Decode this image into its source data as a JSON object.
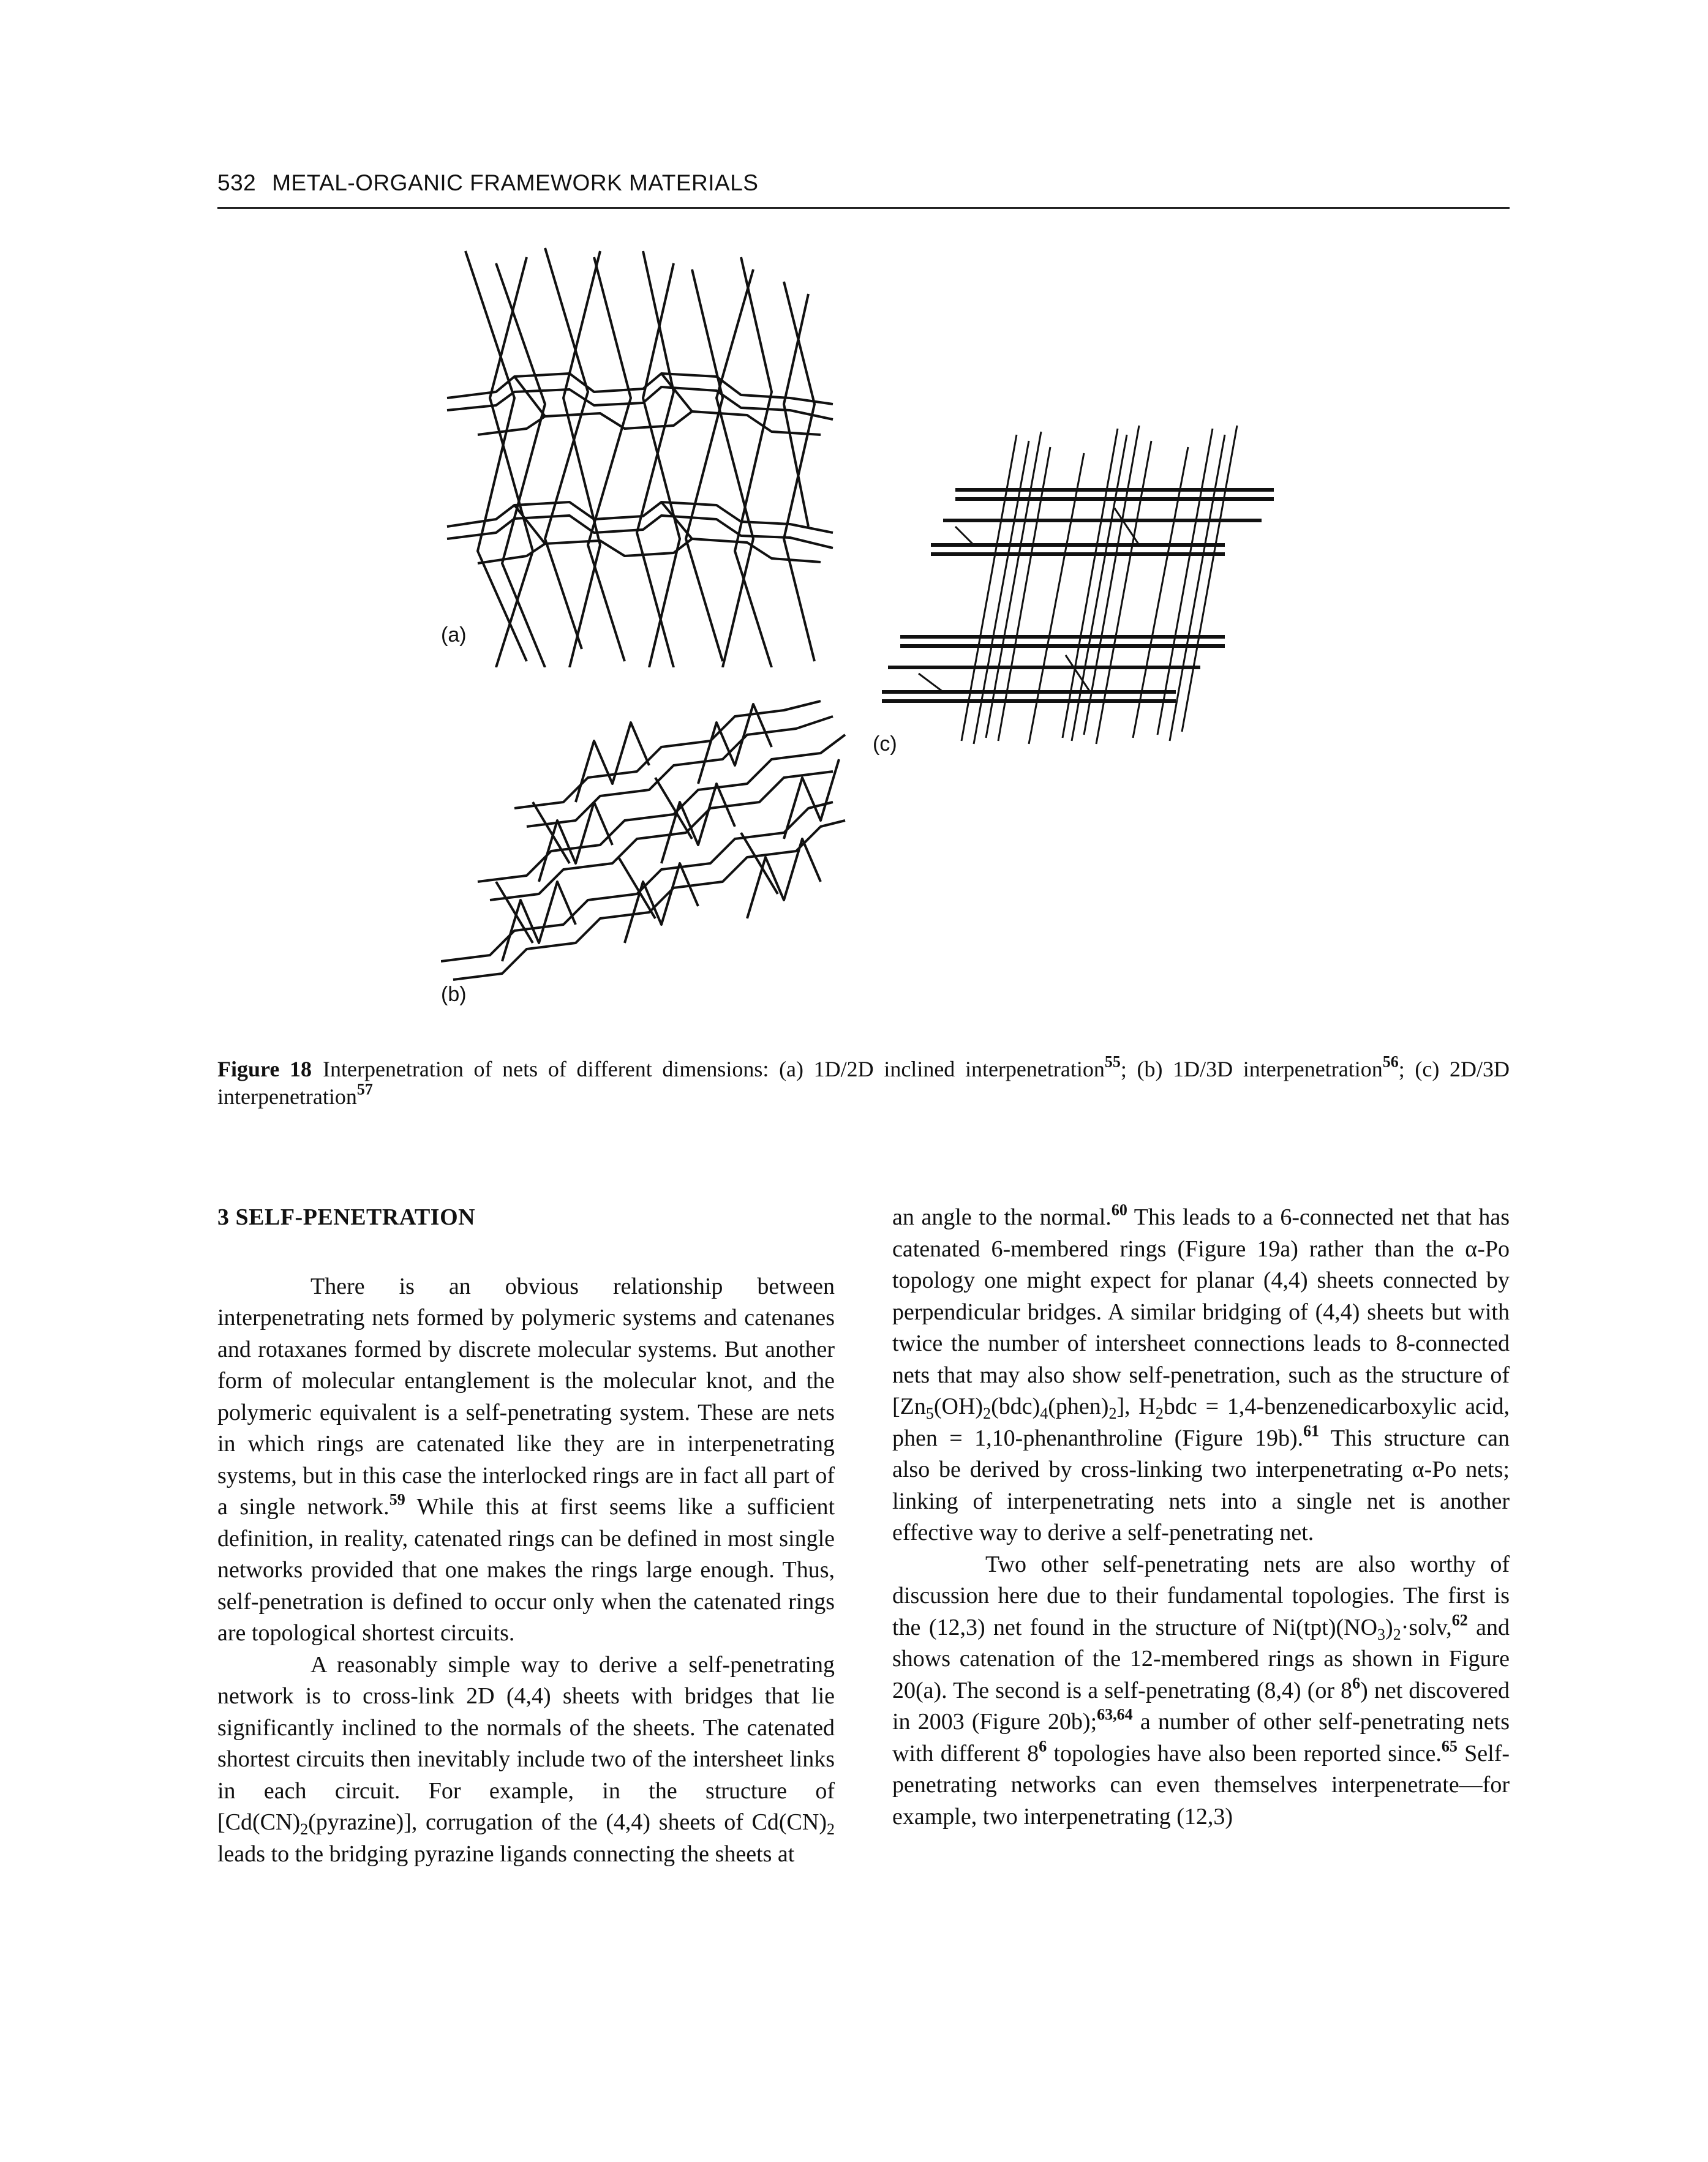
{
  "running_head": {
    "page_number": "532",
    "title": "METAL-ORGANIC FRAMEWORK MATERIALS"
  },
  "figure": {
    "panel_labels": [
      "(a)",
      "(b)",
      "(c)"
    ],
    "caption_label": "Figure 18",
    "caption_text": "Interpenetration of nets of different dimensions: (a) 1D/2D inclined interpenetration",
    "caption_refs": [
      "55",
      "56",
      "57"
    ],
    "caption_part_b": "; (b) 1D/3D interpenetration",
    "caption_part_c": "; (c) 2D/3D interpenetration"
  },
  "section": {
    "heading": "3   SELF-PENETRATION"
  },
  "left_column": {
    "p1_a": "There is an obvious relationship between interpenetrating nets formed by polymeric systems and catenanes and rotaxanes formed by discrete molecular systems. But another form of molecular entanglement is the molecular knot, and the polymeric equivalent is a self-penetrating system. These are nets in which rings are catenated like they are in interpenetrating systems, but in this case the interlocked rings are in fact all part of a single network.",
    "p1_ref": "59",
    "p1_b": " While this at first seems like a sufficient definition, in reality, catenated rings can be defined in most single networks provided that one makes the rings large enough. Thus, self-penetration is defined to occur only when the catenated rings are topological shortest circuits.",
    "p2_a": "A reasonably simple way to derive a self-penetrating network is to cross-link 2D (4,4) sheets with bridges that lie significantly inclined to the normals of the sheets. The catenated shortest circuits then inevitably include two of the intersheet links in each circuit. For example, in the structure of [Cd(CN)",
    "p2_sub1": "2",
    "p2_b": "(pyrazine)], corrugation of the (4,4) sheets of Cd(CN)",
    "p2_sub2": "2",
    "p2_c": " leads to the bridging pyrazine ligands connecting the sheets at"
  },
  "right_column": {
    "p1_a": "an angle to the normal.",
    "p1_ref1": "60",
    "p1_b": " This leads to a 6-connected net that has catenated 6-membered rings (Figure 19a) rather than the α-Po topology one might expect for planar (4,4) sheets connected by perpendicular bridges. A similar bridging of (4,4) sheets but with twice the number of intersheet connections leads to 8-connected nets that may also show self-penetration, such as the structure of [Zn",
    "p1_sub1": "5",
    "p1_c": "(OH)",
    "p1_sub2": "2",
    "p1_d": "(bdc)",
    "p1_sub3": "4",
    "p1_e": "(phen)",
    "p1_sub4": "2",
    "p1_f": "], H",
    "p1_sub5": "2",
    "p1_g": "bdc = 1,4-benzenedicarboxylic acid, phen = 1,10-phenanthroline (Figure 19b).",
    "p1_ref2": "61",
    "p1_h": " This structure can also be derived by cross-linking two interpenetrating α-Po nets; linking of interpenetrating nets into a single net is another effective way to derive a self-penetrating net.",
    "p2_a": "Two other self-penetrating nets are also worthy of discussion here due to their fundamental topologies. The first is the (12,3) net found in the structure of Ni(tpt)(NO",
    "p2_sub1": "3",
    "p2_b": ")",
    "p2_sub2": "2",
    "p2_c": "·solv,",
    "p2_ref1": "62",
    "p2_d": " and shows catenation of the 12-membered rings as shown in Figure 20(a). The second is a self-penetrating (8,4) (or 8",
    "p2_sup1": "6",
    "p2_e": ") net discovered in 2003 (Figure 20b);",
    "p2_ref2": "63,64",
    "p2_f": " a number of other self-penetrating nets with different 8",
    "p2_sup2": "6",
    "p2_g": " topologies have also been reported since.",
    "p2_ref3": "65",
    "p2_h": " Self-penetrating networks can even themselves interpenetrate—for example, two interpenetrating (12,3)"
  }
}
